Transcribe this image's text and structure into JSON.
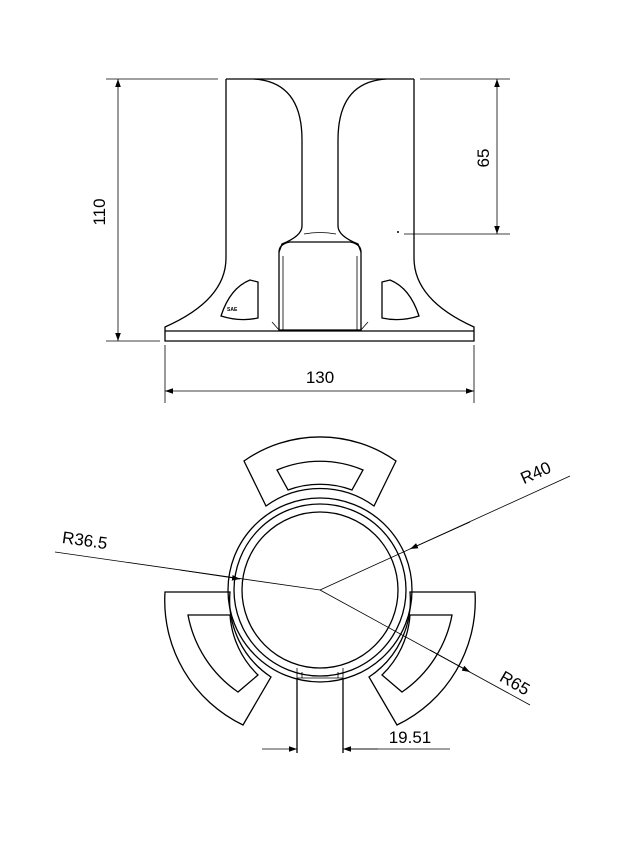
{
  "front_view": {
    "dim_height": "110",
    "dim_upper_height": "65",
    "dim_width": "130",
    "logo_mark": "SAE"
  },
  "top_view": {
    "dim_r40": "R40",
    "dim_r36_5": "R36.5",
    "dim_r65": "R65",
    "dim_gap": "19.51"
  },
  "colors": {
    "line": "#000000",
    "background": "#ffffff"
  }
}
